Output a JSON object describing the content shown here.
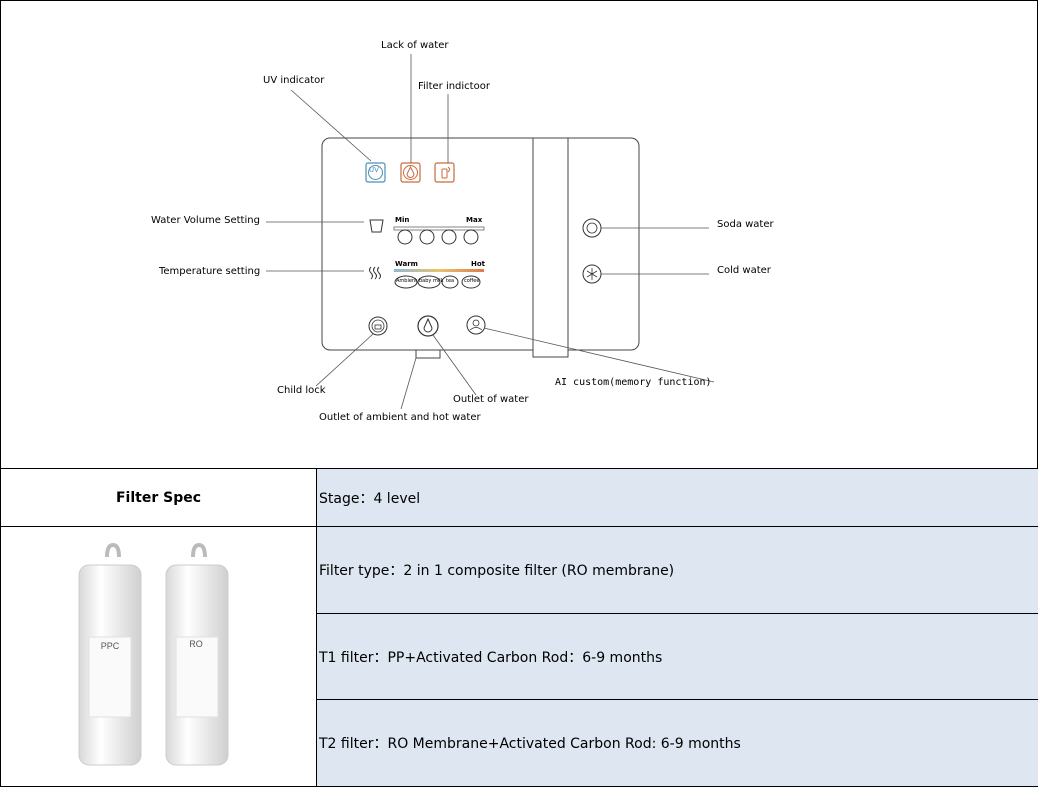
{
  "diagram": {
    "labels": {
      "lack_of_water": "Lack of water",
      "uv_indicator": "UV indicator",
      "filter_indicator": "Filter indictoor",
      "water_volume_setting": "Water Volume Setting",
      "temperature_setting": "Temperature setting",
      "soda_water": "Soda water",
      "cold_water": "Cold water",
      "child_lock": "Child lock",
      "outlet_of_water": "Outlet of water",
      "outlet_ambient_hot": "Outlet of ambient and hot water",
      "ai_custom": "AI custom(memory function)"
    },
    "panel": {
      "uv_badge": "UV",
      "min": "Min",
      "max": "Max",
      "warm": "Warm",
      "hot": "Hot",
      "temp_buttons": [
        "Ambient",
        "baby milk",
        "tea",
        "coffee"
      ]
    },
    "icons": [
      "uv-icon",
      "water-drop-icon",
      "filter-icon",
      "cup-icon",
      "heat-wave-icon",
      "lock-icon",
      "drop-icon",
      "person-icon",
      "soda-icon",
      "snowflake-icon"
    ]
  },
  "spec": {
    "header": "Filter Spec",
    "stage": "Stage：4 level",
    "filter_type": "Filter type：2 in 1 composite filter (RO membrane)",
    "t1": "T1 filter：PP+Activated Carbon Rod：6-9 months",
    "t2": "T2 filter：RO Membrane+Activated Carbon Rod: 6-9 months",
    "cartridges": [
      "PPC",
      "RO"
    ]
  }
}
